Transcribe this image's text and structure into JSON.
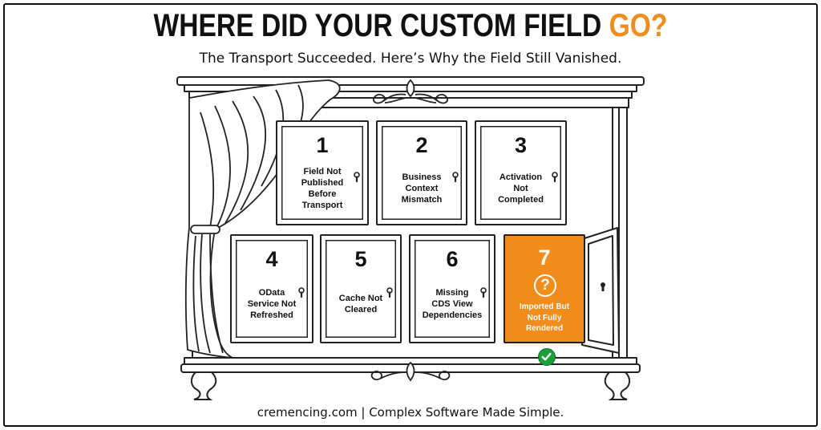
{
  "header": {
    "title_main": "WHERE DID YOUR CUSTOM FIELD ",
    "title_accent": "GO?",
    "subtitle": "The Transport Succeeded. Here’s Why the Field Still Vanished."
  },
  "doors": [
    {
      "number": "1",
      "label_lines": [
        "Field Not",
        "Published",
        "Before",
        "Transport"
      ]
    },
    {
      "number": "2",
      "label_lines": [
        "Business",
        "Context",
        "Mismatch"
      ]
    },
    {
      "number": "3",
      "label_lines": [
        "Activation",
        "Not",
        "Completed"
      ]
    },
    {
      "number": "4",
      "label_lines": [
        "OData",
        "Service Not",
        "Refreshed"
      ]
    },
    {
      "number": "5",
      "label_lines": [
        "Cache Not",
        "Cleared"
      ]
    },
    {
      "number": "6",
      "label_lines": [
        "Missing",
        "CDS View",
        "Dependencies"
      ]
    },
    {
      "number": "7",
      "label_lines": [
        "Imported But",
        "Not Fully",
        "Rendered"
      ],
      "open": true,
      "symbol": "?"
    }
  ],
  "footer": "cremencing.com  |  Complex Software Made Simple.",
  "colors": {
    "accent": "#F28C1A",
    "check": "#19A03A",
    "ink": "#111111"
  },
  "icons": [
    "curtain-icon",
    "keyhole-icon",
    "question-mark-icon",
    "checkmark-icon",
    "ornament-icon"
  ]
}
